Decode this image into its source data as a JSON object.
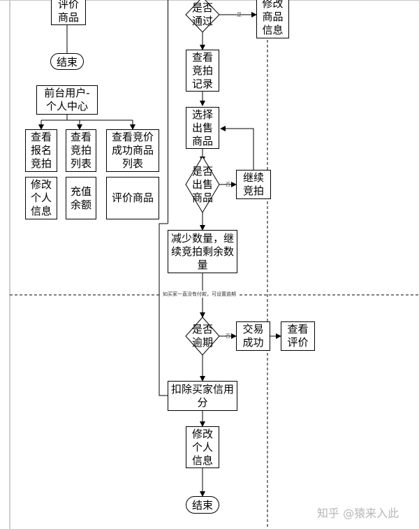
{
  "left": {
    "top_box": "评价\n商品",
    "end1": "结束",
    "center": "前台用户-\n个人中心",
    "row1": [
      "查看\n报名\n竞拍",
      "查看\n竞拍\n列表",
      "查看竞价\n成功商品\n列表"
    ],
    "row2": [
      "修改\n个人\n信息",
      "充值\n余额",
      "评价商品"
    ]
  },
  "right": {
    "d_pass": "是否\n通过",
    "modify_goods": "修改\n商品\n信息",
    "view_record": "查看\n竞拍\n记录",
    "choose_sell": "选择\n出售\n商品",
    "d_sell": "是否\n出售\n商品",
    "continue_bid": "继续\n竞拍",
    "reduce": "减少数量，继\n续竞拍剩余数\n量",
    "note": "如买家一直没有付款，可设置逾期",
    "d_overdue": "是否\n逾期",
    "deal": "交易\n成功",
    "view_eval": "查看\n评价",
    "deduct": "扣除买家信用\n分",
    "modify_info": "修改\n个人\n信息",
    "end2": "结束",
    "yes_label": "是",
    "no_label": "否"
  },
  "watermark": "知乎 @猿来入此"
}
